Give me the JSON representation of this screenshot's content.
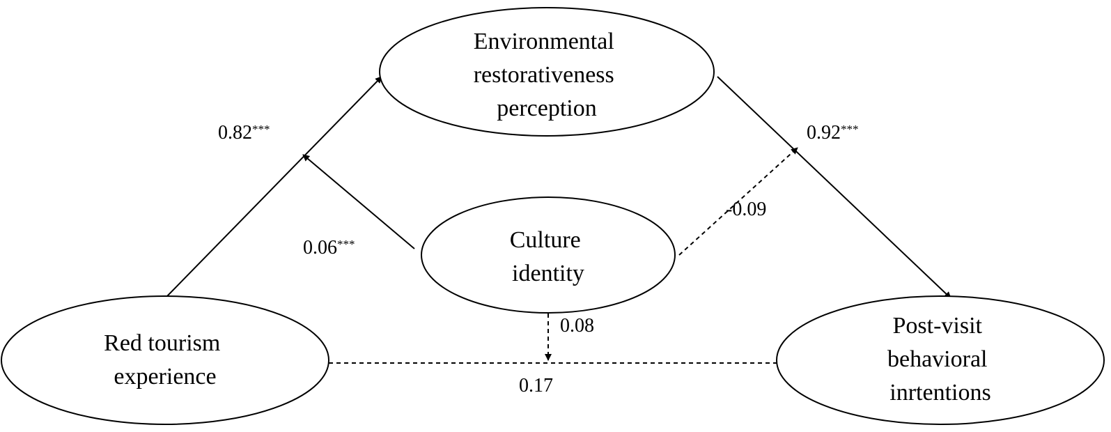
{
  "nodes": {
    "environmental": [
      "Environmental",
      "restorativeness",
      "perception"
    ],
    "culture": [
      "Culture",
      "identity"
    ],
    "red_tourism": [
      "Red tourism",
      "experience"
    ],
    "post_visit": [
      "Post-visit",
      "behavioral",
      "inrtentions"
    ]
  },
  "paths": {
    "red_to_env": {
      "coefficient": "0.82",
      "significance": "***",
      "line": "solid"
    },
    "env_to_post": {
      "coefficient": "0.92",
      "significance": "***",
      "line": "solid"
    },
    "culture_on_red_env": {
      "coefficient": "0.06",
      "significance": "***",
      "line": "solid"
    },
    "culture_on_env_post": {
      "coefficient": "-0.09",
      "significance": "",
      "line": "dashed"
    },
    "culture_on_red_post": {
      "coefficient": "0.08",
      "significance": "",
      "line": "dashed"
    },
    "red_to_post": {
      "coefficient": "0.17",
      "significance": "",
      "line": "dashed"
    }
  },
  "colors": {
    "stroke": "#000000",
    "background": "#ffffff"
  }
}
